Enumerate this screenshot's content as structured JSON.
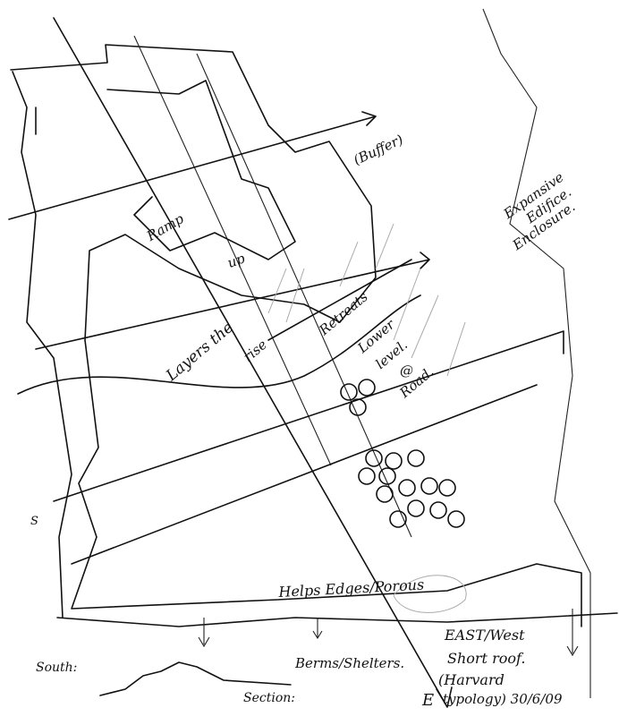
{
  "sketch": {
    "labels": {
      "buffer": "(Buffer)",
      "expansive": "Expansive",
      "edifice": "Edifice.",
      "enclosure": "Enclosure.",
      "ramp": "Ramp",
      "up": "up",
      "layers": "Layers the",
      "rise": "rise",
      "retreats": "Retreats",
      "lower": "Lower",
      "level": "level.",
      "at": "@",
      "road": "Road.",
      "helps_edges": "Helps Edges/Porous",
      "east_west": "EAST/West",
      "short_roof": "Short roof.",
      "harvard": "(Harvard",
      "typology": "typology) 30/6/09",
      "e_mark": "E",
      "berms": "Berms/Shelters.",
      "south": "South:",
      "section": "Section:",
      "s_mark": "S"
    }
  }
}
